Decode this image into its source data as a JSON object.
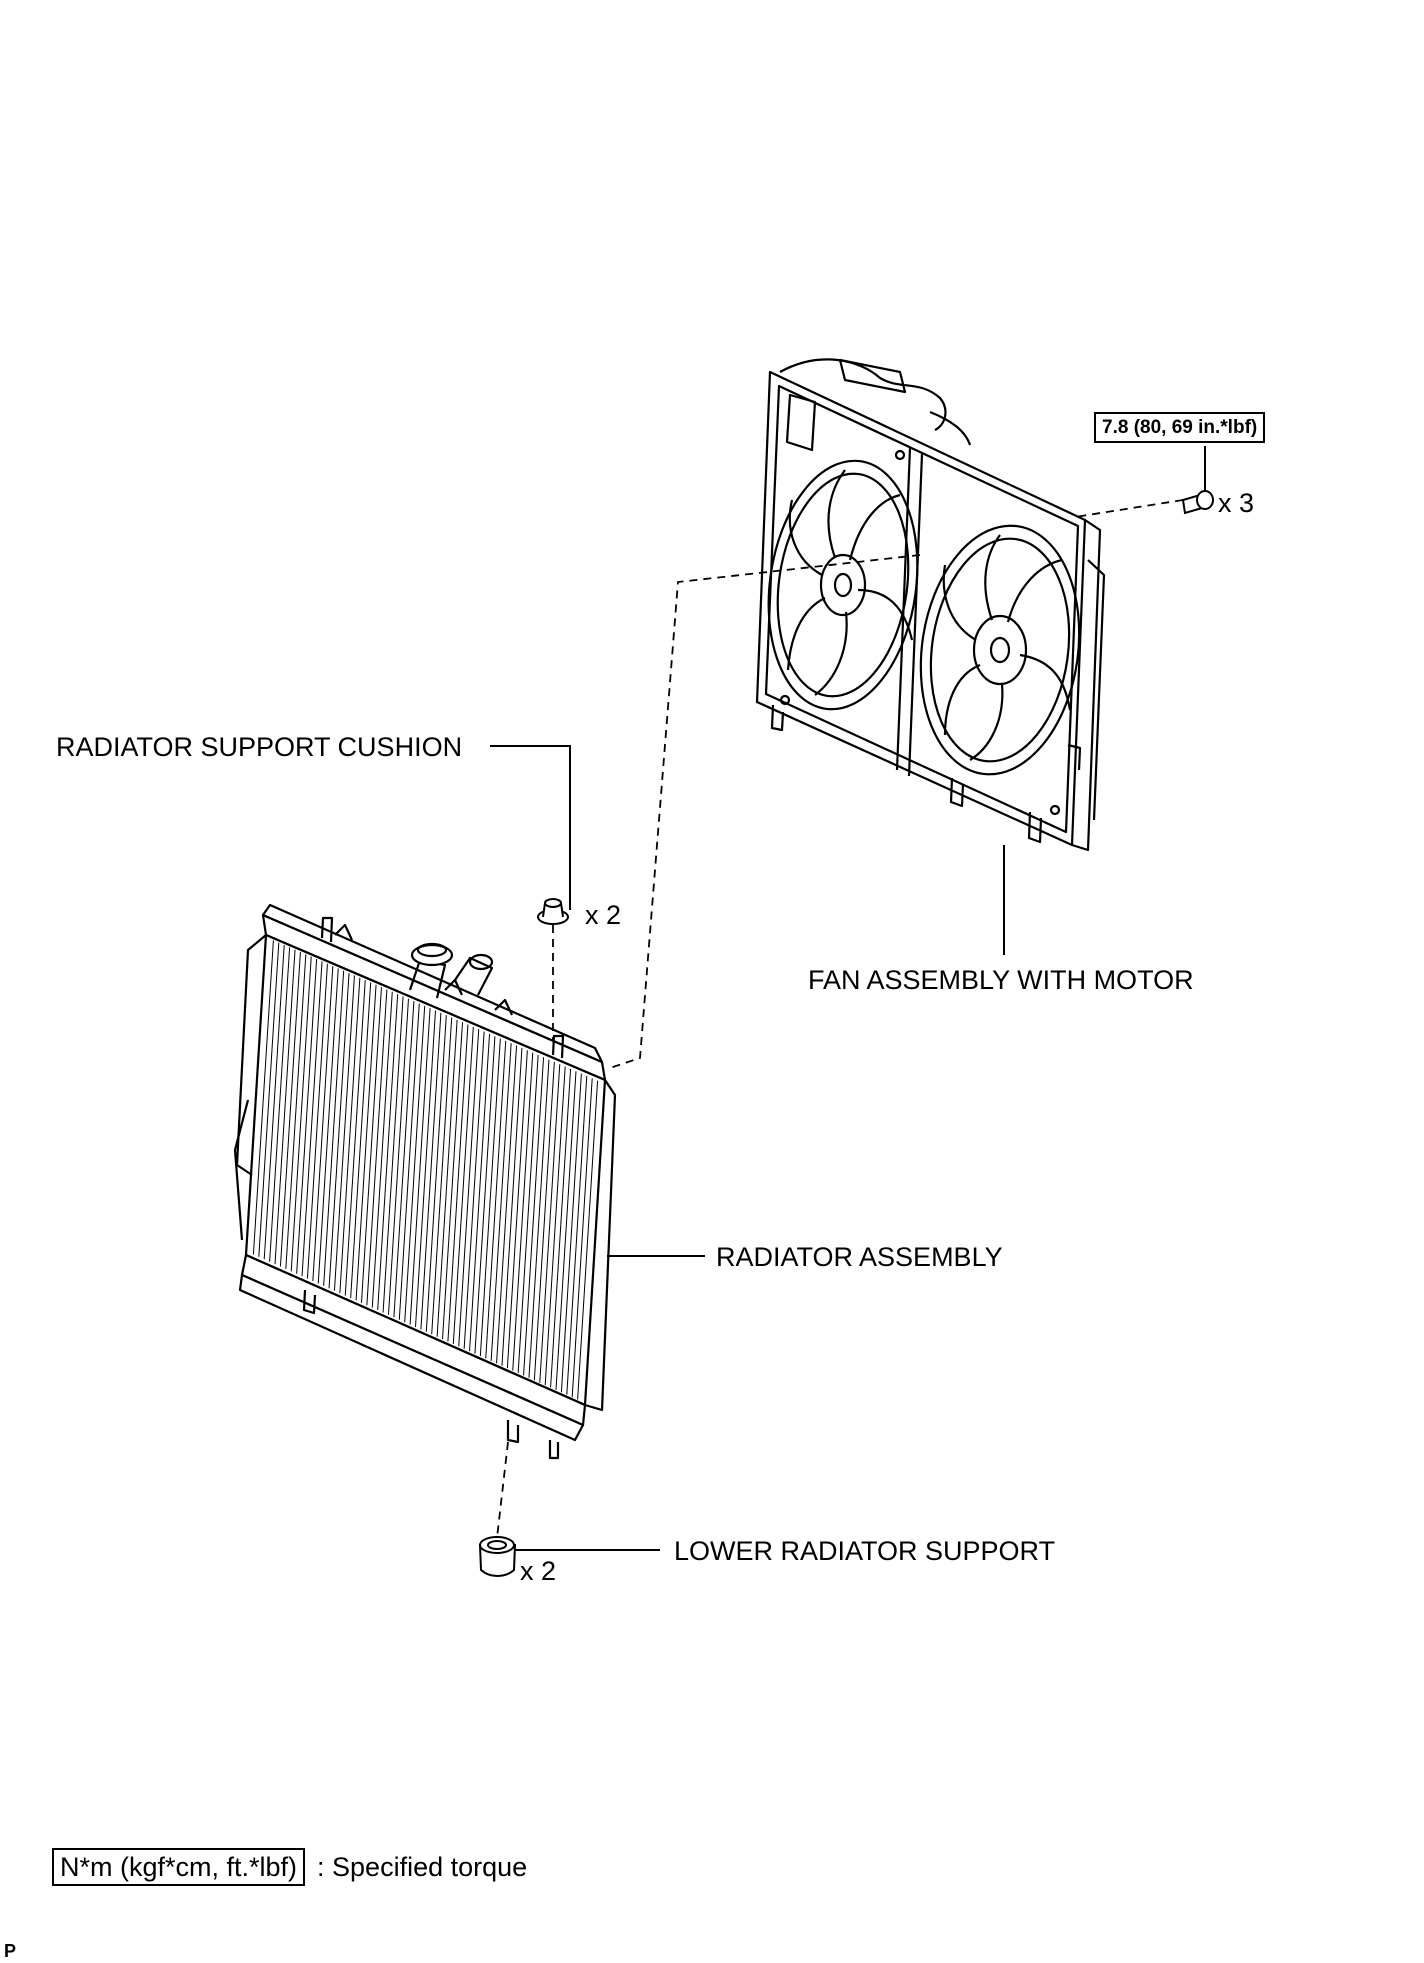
{
  "labels": {
    "support_cushion": "RADIATOR SUPPORT CUSHION",
    "fan_assembly": "FAN ASSEMBLY WITH MOTOR",
    "radiator_assembly": "RADIATOR ASSEMBLY",
    "lower_support": "LOWER RADIATOR SUPPORT"
  },
  "quantities": {
    "bolt": "x 3",
    "cushion": "x 2",
    "lower_support": "x 2"
  },
  "torque": {
    "bolt": "7.8 (80, 69 in.*lbf)"
  },
  "legend": {
    "units": "N*m (kgf*cm, ft.*lbf)",
    "meaning": ": Specified torque"
  },
  "figure_code": "P"
}
